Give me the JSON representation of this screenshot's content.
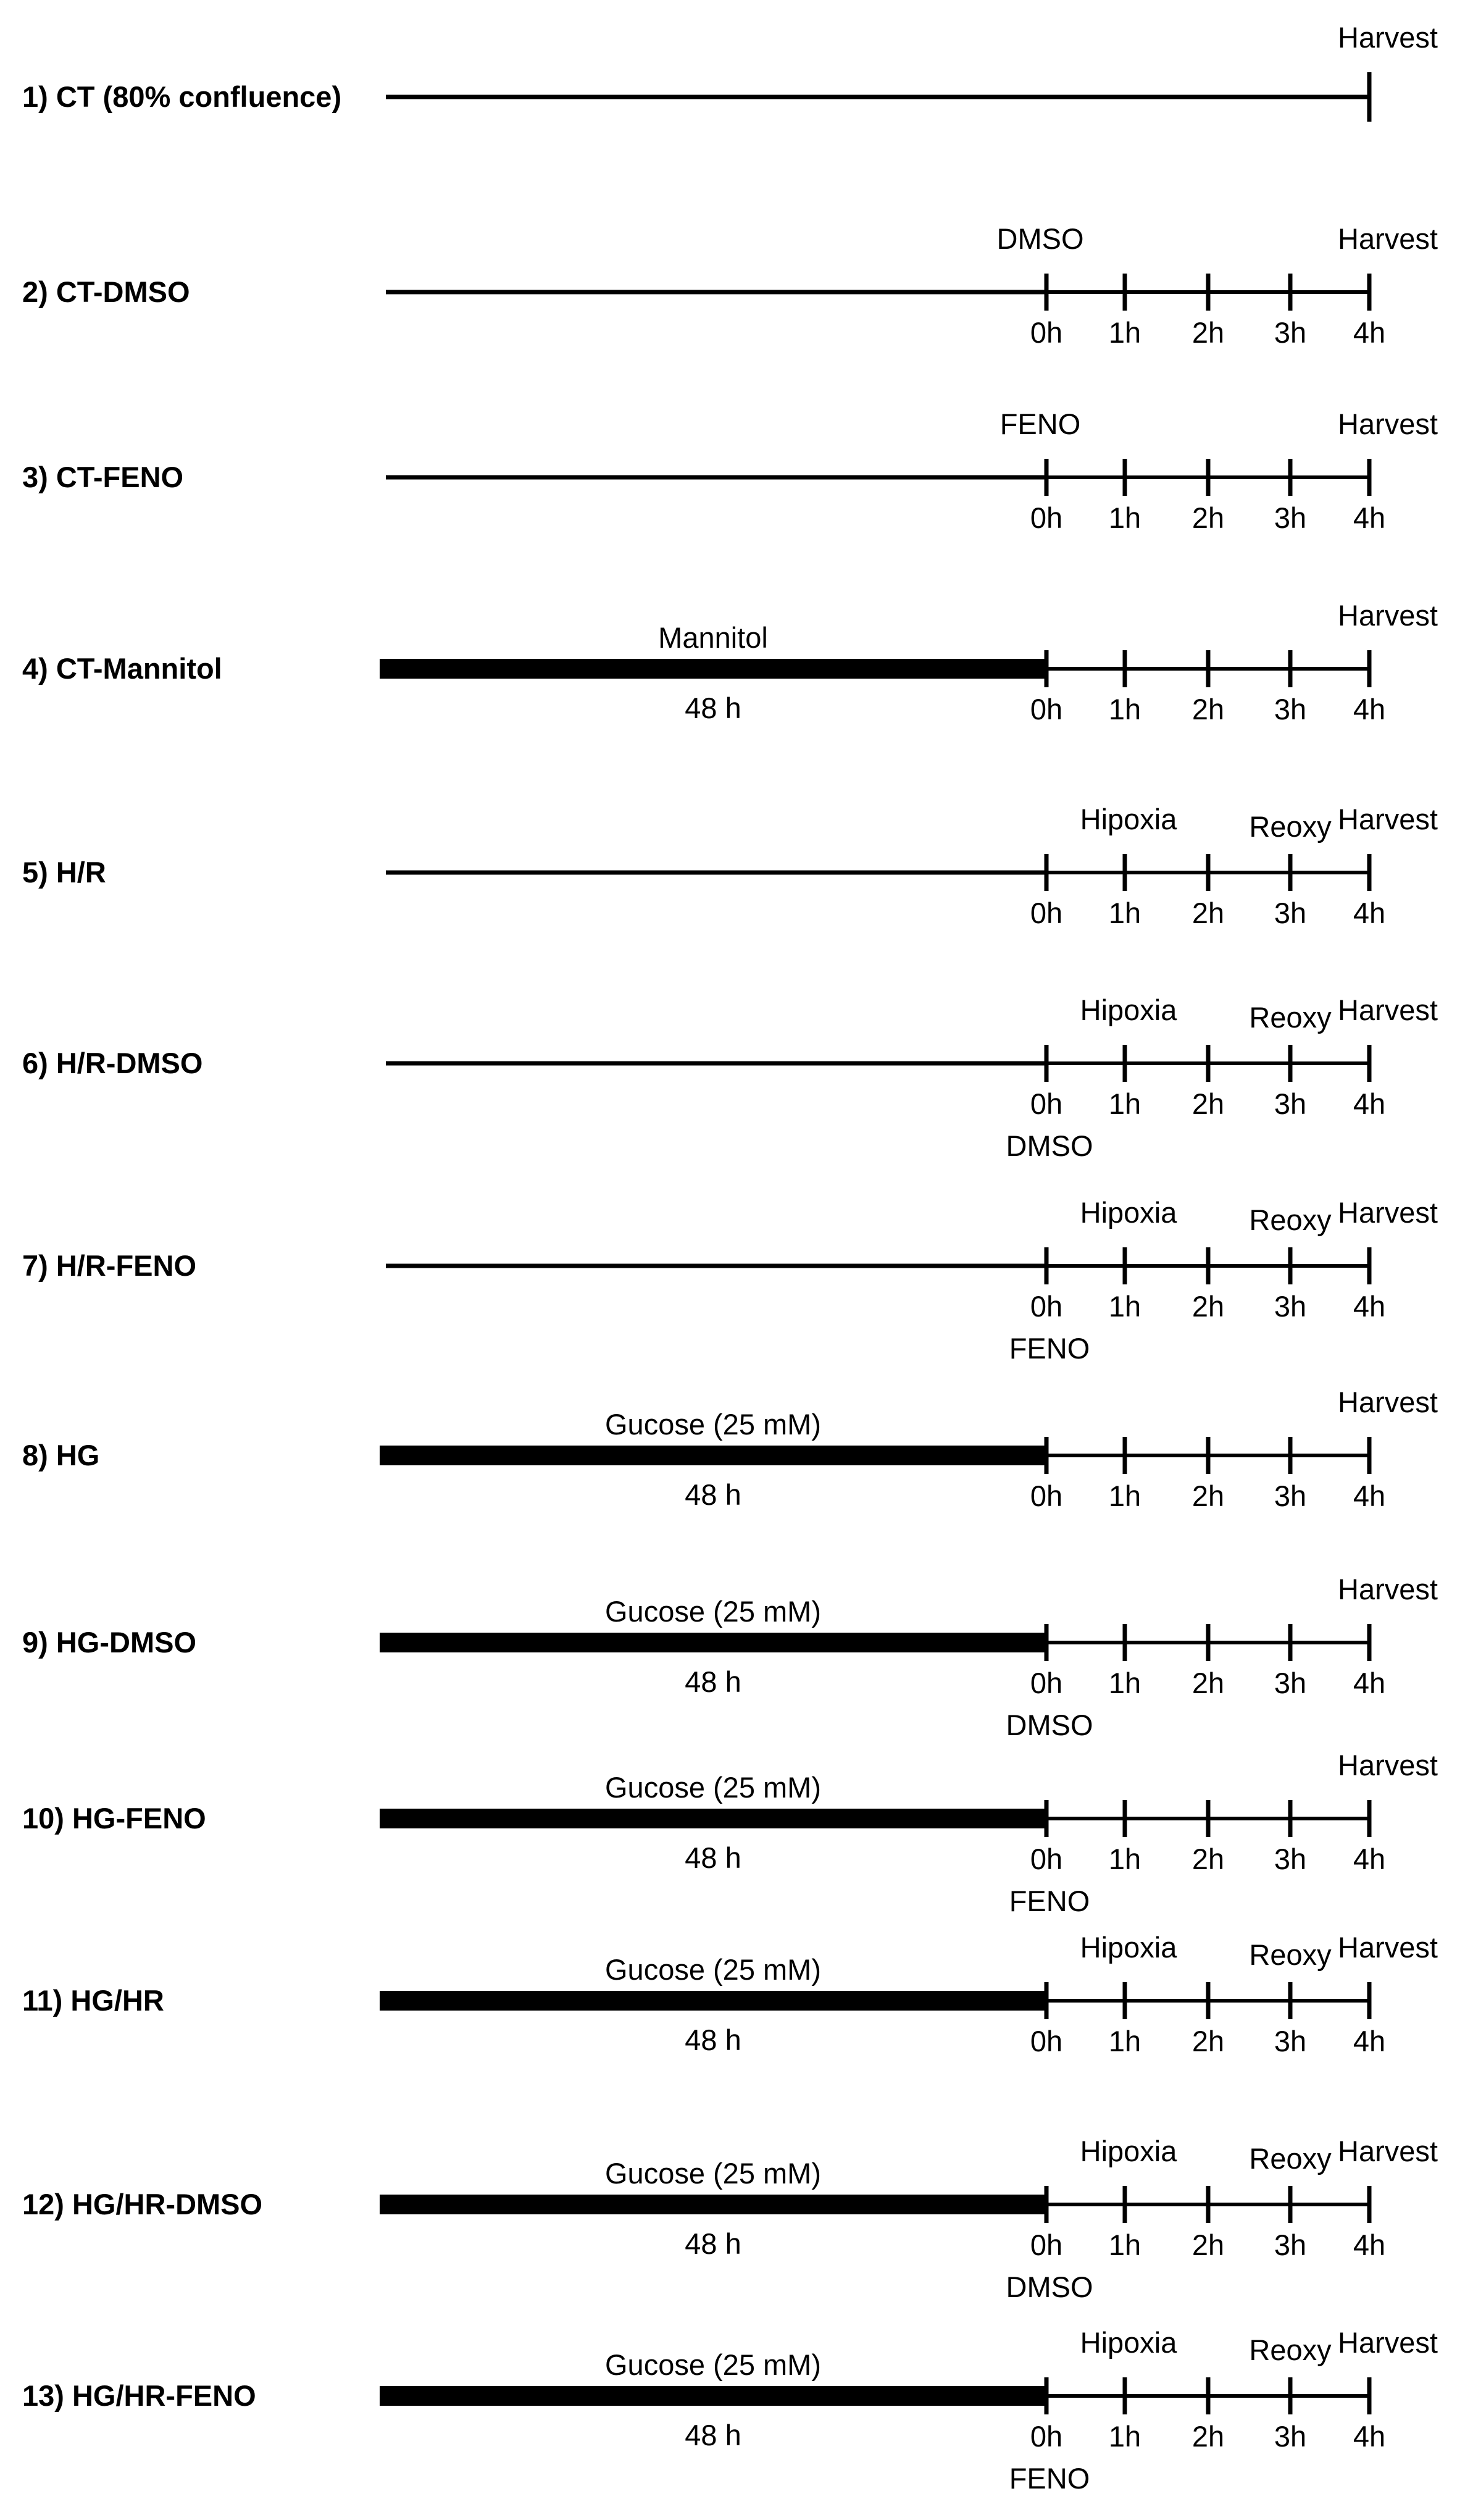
{
  "colors": {
    "ink": "#000000",
    "background": "#ffffff"
  },
  "hour_ticks": [
    "0h",
    "1h",
    "2h",
    "3h",
    "4h"
  ],
  "groups": [
    {
      "label": "1) CT (80% confluence)",
      "timeline": false,
      "harvest": "Harvest"
    },
    {
      "label": "2) CT-DMSO",
      "timeline": true,
      "harvest": "Harvest",
      "above0": "DMSO"
    },
    {
      "label": "3) CT-FENO",
      "timeline": true,
      "harvest": "Harvest",
      "above0": "FENO"
    },
    {
      "label": "4) CT-Mannitol",
      "timeline": true,
      "harvest": "Harvest",
      "bar_label": "Mannitol",
      "bar_duration": "48 h"
    },
    {
      "label": "5) H/R",
      "timeline": true,
      "harvest": "Harvest",
      "hypoxia": "Hipoxia",
      "reoxy": "Reoxy"
    },
    {
      "label": "6) H/R-DMSO",
      "timeline": true,
      "harvest": "Harvest",
      "hypoxia": "Hipoxia",
      "reoxy": "Reoxy",
      "below0": "DMSO"
    },
    {
      "label": "7) H/R-FENO",
      "timeline": true,
      "harvest": "Harvest",
      "hypoxia": "Hipoxia",
      "reoxy": "Reoxy",
      "below0": "FENO"
    },
    {
      "label": "8) HG",
      "timeline": true,
      "harvest": "Harvest",
      "bar_label": "Gucose (25 mM)",
      "bar_duration": "48 h"
    },
    {
      "label": "9) HG-DMSO",
      "timeline": true,
      "harvest": "Harvest",
      "bar_label": "Gucose (25 mM)",
      "bar_duration": "48 h",
      "below0": "DMSO"
    },
    {
      "label": "10) HG-FENO",
      "timeline": true,
      "harvest": "Harvest",
      "bar_label": "Gucose (25 mM)",
      "bar_duration": "48 h",
      "below0": "FENO"
    },
    {
      "label": "11) HG/HR",
      "timeline": true,
      "harvest": "Harvest",
      "bar_label": "Gucose (25 mM)",
      "bar_duration": "48 h",
      "hypoxia": "Hipoxia",
      "reoxy": "Reoxy"
    },
    {
      "label": "12) HG/HR-DMSO",
      "timeline": true,
      "harvest": "Harvest",
      "bar_label": "Gucose (25 mM)",
      "bar_duration": "48 h",
      "hypoxia": "Hipoxia",
      "reoxy": "Reoxy",
      "below0": "DMSO"
    },
    {
      "label": "13) HG/HR-FENO",
      "timeline": true,
      "harvest": "Harvest",
      "bar_label": "Gucose (25 mM)",
      "bar_duration": "48 h",
      "hypoxia": "Hipoxia",
      "reoxy": "Reoxy",
      "below0": "FENO"
    }
  ]
}
